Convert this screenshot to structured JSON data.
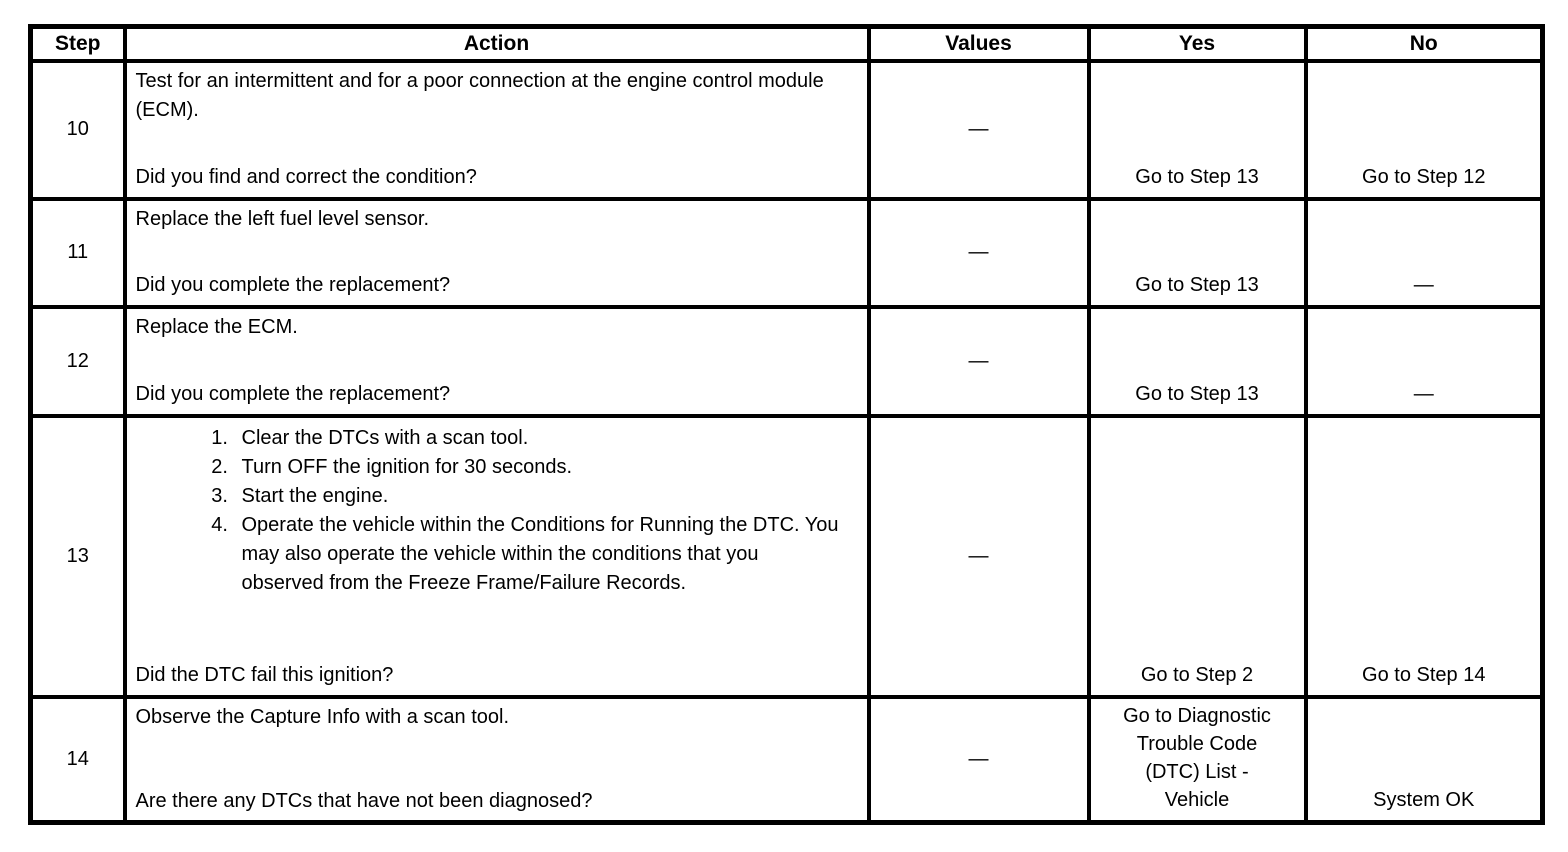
{
  "table": {
    "headers": [
      "Step",
      "Action",
      "Values",
      "Yes",
      "No"
    ],
    "rows": [
      {
        "step": "10",
        "action_main": "Test for an intermittent and for a poor connection at the engine control module (ECM).",
        "action_question": "Did you find and correct the condition?",
        "values": "—",
        "yes": "Go to Step 13",
        "no": "Go to Step 12"
      },
      {
        "step": "11",
        "action_main": "Replace the left fuel level sensor.",
        "action_question": "Did you complete the replacement?",
        "values": "—",
        "yes": "Go to Step 13",
        "no": "—"
      },
      {
        "step": "12",
        "action_main": "Replace the ECM.",
        "action_question": "Did you complete the replacement?",
        "values": "—",
        "yes": "Go to Step 13",
        "no": "—"
      },
      {
        "step": "13",
        "action_list": [
          "Clear the DTCs with a scan tool.",
          "Turn OFF the ignition for 30 seconds.",
          "Start the engine.",
          "Operate the vehicle within the Conditions for Running the DTC. You may also operate the vehicle within the conditions that you observed from the Freeze Frame/Failure Records."
        ],
        "action_question": "Did the DTC fail this ignition?",
        "values": "—",
        "yes": "Go to Step 2",
        "no": "Go to Step 14"
      },
      {
        "step": "14",
        "action_main": "Observe the Capture Info with a scan tool.",
        "action_question": "Are there any DTCs that have not been diagnosed?",
        "values": "—",
        "yes": "Go to Diagnostic Trouble Code (DTC) List - Vehicle",
        "no": "System OK"
      }
    ]
  }
}
